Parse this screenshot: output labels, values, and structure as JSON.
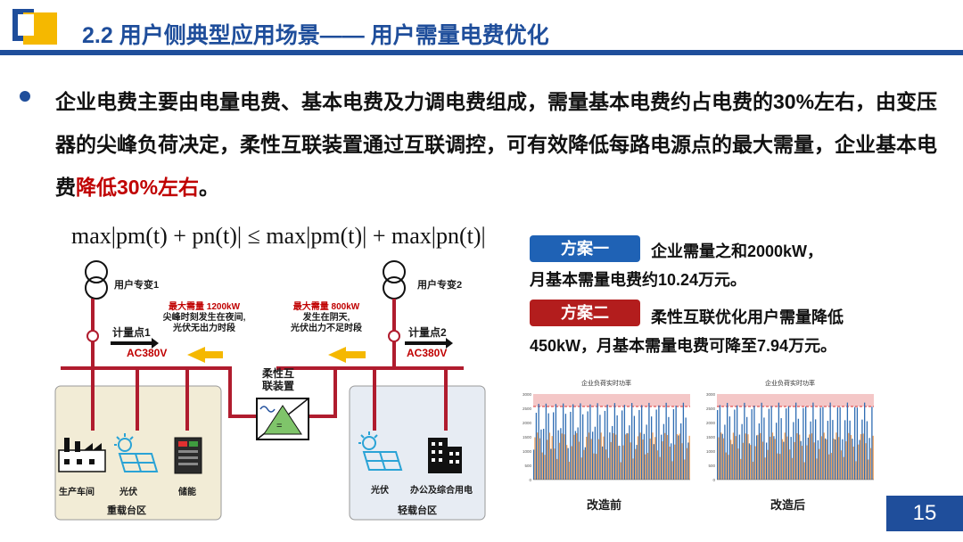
{
  "header": {
    "title": "2.2 用户侧典型应用场景—— 用户需量电费优化"
  },
  "bullet": {
    "text_main": "企业电费主要由电量电费、基本电费及力调电费组成，需量基本电费约占电费的30%左右，由变压器的尖峰负荷决定，柔性互联装置通过互联调控，可有效降低每路电源点的最大需量，企业基本电费",
    "text_highlight": "降低30%左右",
    "text_end": "。"
  },
  "diagram": {
    "formula": "max|pm(t) + pn(t)| ≤ max|pm(t)| + max|pn(t)|",
    "transformer1": "用户专变1",
    "transformer2": "用户专变2",
    "note1_title": "最大需量 1200kW",
    "note1_line1": "尖峰时刻发生在夜间,",
    "note1_line2": "光伏无出力时段",
    "note2_title": "最大需量 800kW",
    "note2_line1": "发生在阴天,",
    "note2_line2": "光伏出力不足时段",
    "meter1": "计量点1",
    "meter2": "计量点2",
    "ac1": "AC380V",
    "ac2": "AC380V",
    "device": "柔性互联装置",
    "heavy_loads": [
      "生产车间",
      "光伏",
      "储能"
    ],
    "heavy_zone": "重载台区",
    "light_loads": [
      "光伏",
      "办公及综合用电"
    ],
    "light_zone": "轻载台区"
  },
  "plans": [
    {
      "tag": "方案一",
      "color": "#1f62b5",
      "line1": "企业需量之和2000kW，",
      "line2": "月基本需量电费约10.24万元。"
    },
    {
      "tag": "方案二",
      "color": "#b31d1d",
      "line1": "柔性互联优化用户需量降低",
      "line2": "450kW，月基本需量电费可降至7.94万元。"
    }
  ],
  "charts": [
    {
      "title": "企业负荷实时功率",
      "caption": "改造前",
      "yticks": [
        "3000",
        "2500",
        "2000",
        "1500",
        "1000",
        "500",
        "0"
      ]
    },
    {
      "title": "企业负荷实时功率",
      "caption": "改造后",
      "yticks": [
        "3000",
        "2500",
        "2000",
        "1500",
        "1000",
        "500",
        "0"
      ]
    }
  ],
  "page_number": "15",
  "colors": {
    "brand": "#1f4e9b",
    "accent": "#f5b800",
    "alert": "#c00000",
    "line": "#b01c2e"
  }
}
